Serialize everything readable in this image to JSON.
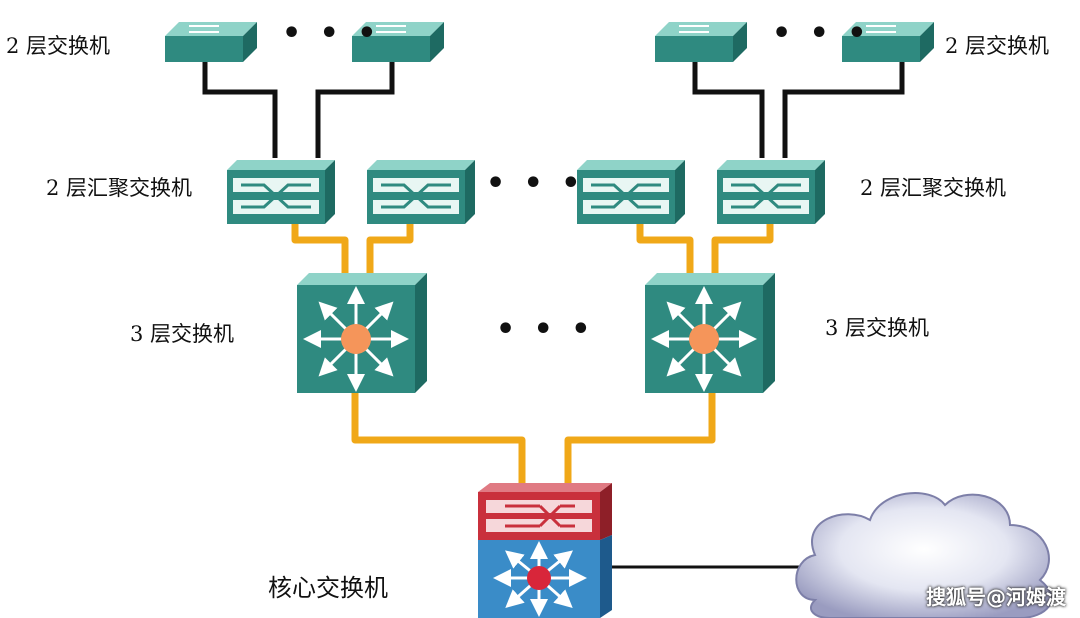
{
  "labels": {
    "l2_left": "2 层交换机",
    "l2_right": "2 层交换机",
    "agg_left": "2 层汇聚交换机",
    "agg_right": "2 层汇聚交换机",
    "l3_left": "3 层交换机",
    "l3_right": "3 层交换机",
    "core": "核心交换机"
  },
  "ellipsis": "• • •",
  "watermark": "搜狐号@河姆渡",
  "colors": {
    "switch_teal": "#2f8a80",
    "switch_top": "#8fd3c8",
    "core_red": "#c9303c",
    "core_blue": "#3a8cc8",
    "link_orange": "#f0a818",
    "link_black": "#111111",
    "cloud": "#c9cbe0",
    "hub_orange": "#f5955a"
  }
}
